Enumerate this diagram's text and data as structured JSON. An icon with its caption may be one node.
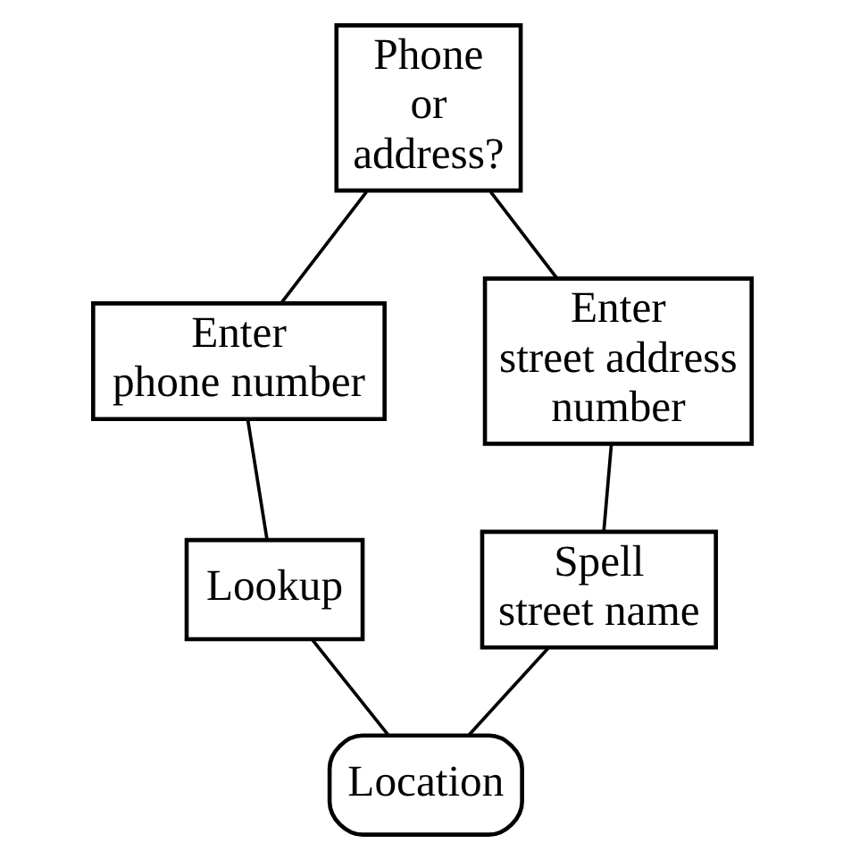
{
  "diagram": {
    "nodes": [
      {
        "text": [
          "Phone or address?"
        ]
      },
      {
        "text": [
          "Enter phone number"
        ]
      },
      {
        "text": [
          "Enter street address number"
        ]
      },
      {
        "text": [
          "Lookup"
        ]
      },
      {
        "text": [
          "Spell street name"
        ]
      },
      {
        "text": [
          "Location"
        ]
      }
    ],
    "edges": [
      {
        "from": 0,
        "to": 1,
        "arrow": "none"
      },
      {
        "from": 0,
        "to": 2,
        "arrow": "none"
      },
      {
        "from": 1,
        "to": 3,
        "arrow": "none"
      },
      {
        "from": 2,
        "to": 4,
        "arrow": "none"
      },
      {
        "from": 3,
        "to": 5,
        "arrow": "none"
      },
      {
        "from": 4,
        "to": 5,
        "arrow": "none"
      }
    ]
  }
}
